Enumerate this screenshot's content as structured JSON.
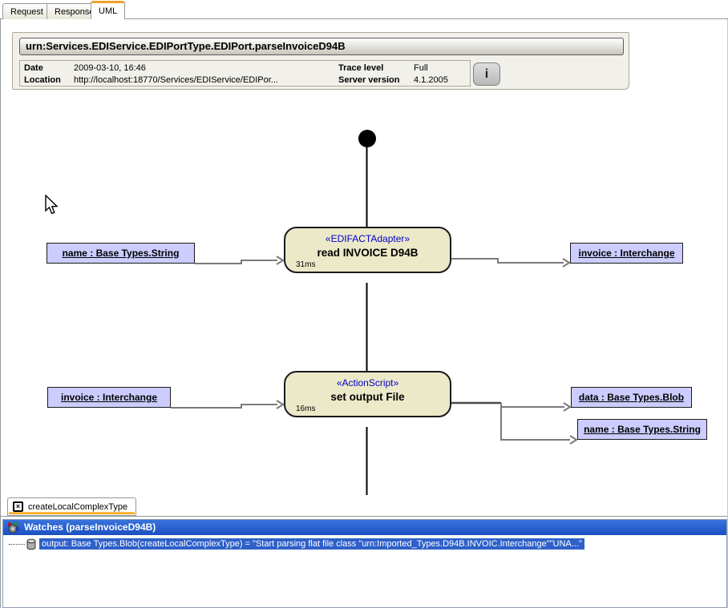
{
  "top_tabs": {
    "request": "Request",
    "response": "Response",
    "uml": "UML",
    "active": "UML"
  },
  "header": {
    "title": "urn:Services.EDIService.EDIPortType.EDIPort.parseInvoiceD94B",
    "fields": {
      "date_label": "Date",
      "date_value": "2009-03-10, 16:46",
      "location_label": "Location",
      "location_value": "http://localhost:18770/Services/EDIService/EDIPor...",
      "trace_level_label": "Trace level",
      "trace_level_value": "Full",
      "server_version_label": "Server version",
      "server_version_value": "4.1.2005"
    },
    "info_button_label": "i"
  },
  "diagram": {
    "start_node": "initial-state",
    "activities": [
      {
        "stereotype": "«EDIFACTAdapter»",
        "name": "read INVOICE D94B",
        "duration": "31ms",
        "input": "name : Base Types.String",
        "output": "invoice : Interchange"
      },
      {
        "stereotype": "«ActionScript»",
        "name": "set output File",
        "duration": "16ms",
        "input": "invoice : Interchange",
        "outputs": [
          "data : Base Types.Blob",
          "name : Base Types.String"
        ]
      }
    ]
  },
  "bottom_tabs": {
    "active_label": "createLocalComplexType",
    "close_glyph": "×"
  },
  "watches": {
    "title": "Watches (parseInvoiceD94B)",
    "rows": [
      {
        "text": "output: Base Types.Blob(createLocalComplexType) = \"Start parsing flat file class \"urn:Imported_Types.D94B.INVOIC.Interchange\"\"UNA...\""
      }
    ]
  },
  "colors": {
    "tab_active_accent": "#EFA12B",
    "activity_fill": "#ECE9C9",
    "activity_border": "#1A1A1A",
    "param_fill": "#CCCCFF",
    "stereotype_text": "#0000C8",
    "connector_gray": "#7A7A7A",
    "watches_titlebar_blue": "#2361D1",
    "selection_blue": "#2E60C8"
  }
}
